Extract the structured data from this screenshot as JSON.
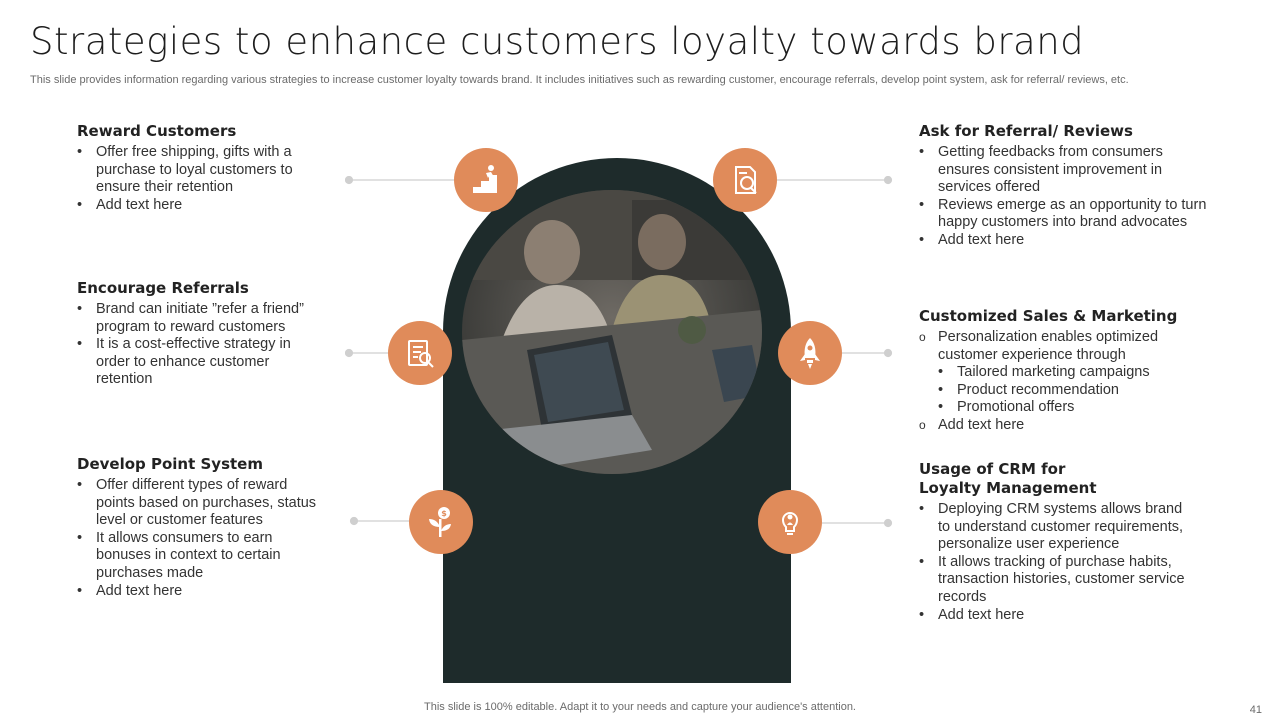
{
  "title": "Strategies to enhance customers loyalty towards brand",
  "subtitle": "This slide provides information regarding various strategies to increase customer loyalty towards brand. It includes initiatives such as rewarding customer, encourage referrals, develop point system, ask for referral/ reviews, etc.",
  "sections": {
    "reward": {
      "heading": "Reward Customers",
      "bullets": [
        "Offer free shipping, gifts with a purchase to loyal customers to ensure their retention",
        "Add text here"
      ],
      "icon": "stairs-climb-icon"
    },
    "referrals": {
      "heading": "Encourage Referrals",
      "bullets": [
        "Brand can initiate ”refer a friend” program to reward customers",
        "It is a cost-effective strategy in order to enhance customer retention"
      ],
      "icon": "document-search-icon"
    },
    "points": {
      "heading": "Develop Point System",
      "bullets": [
        "Offer different types of reward points based on purchases, status level or customer features",
        "It allows consumers to earn bonuses in context to certain purchases made",
        "Add text here"
      ],
      "icon": "money-plant-icon"
    },
    "reviews": {
      "heading": "Ask for Referral/ Reviews",
      "bullets": [
        "Getting feedbacks from consumers ensures consistent improvement in services offered",
        "Reviews emerge as an opportunity to turn happy customers into brand advocates",
        "Add text here"
      ],
      "icon": "report-analysis-icon"
    },
    "marketing": {
      "heading": "Customized Sales & Marketing",
      "intro": "Personalization enables optimized customer experience through",
      "sub": [
        "Tailored marketing campaigns",
        "Product recommendation",
        "Promotional offers"
      ],
      "last": "Add text here",
      "icon": "rocket-icon"
    },
    "crm": {
      "heading_line1": "Usage of CRM for",
      "heading_line2": "Loyalty Management",
      "bullets": [
        "Deploying CRM systems allows brand to understand customer requirements, personalize user experience",
        "It allows tracking of purchase habits, transaction histories, customer service records",
        "Add text here"
      ],
      "icon": "lightbulb-person-icon"
    }
  },
  "footer": "This slide is 100% editable. Adapt it to your needs and capture your audience's attention.",
  "page_number": "41",
  "colors": {
    "accent": "#e08b5a",
    "arch": "#1e2b2b"
  }
}
